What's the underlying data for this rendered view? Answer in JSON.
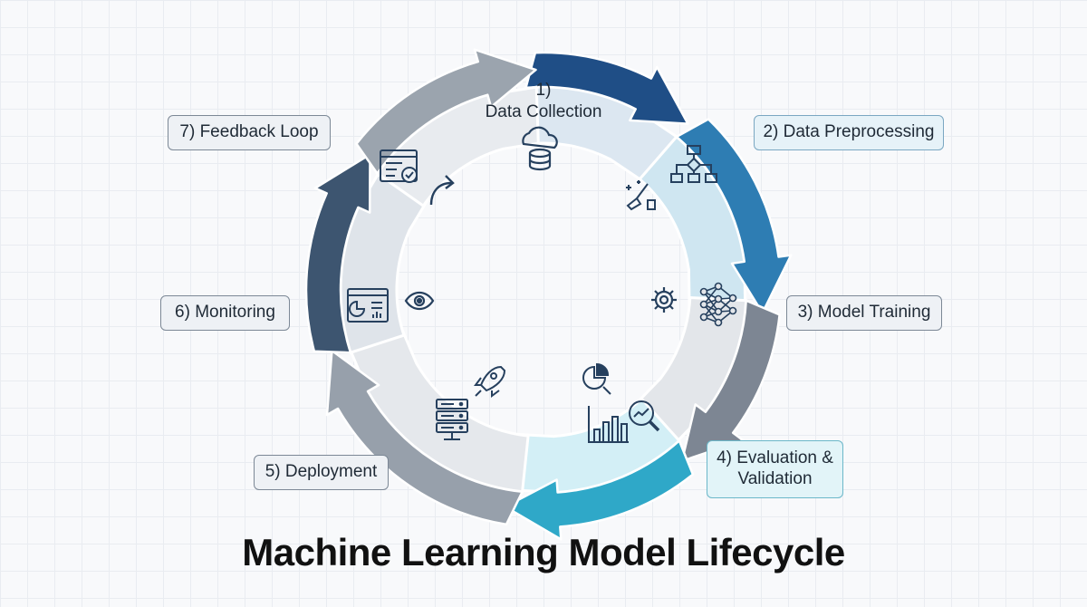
{
  "title": "Machine Learning Model Lifecycle",
  "stages": [
    {
      "label": "1) Data Collection",
      "icon": "cloud-database-icon",
      "color": "#1f4e86"
    },
    {
      "label": "2) Data Preprocessing",
      "icon": "flowchart-icon",
      "color": "#2e7db3"
    },
    {
      "label": "3) Model Training",
      "icon": "neural-network-icon",
      "color": "#7d8693"
    },
    {
      "label": "4) Evaluation & Validation",
      "icon": "analytics-chart-icon",
      "color": "#2fa8c8"
    },
    {
      "label": "5) Deployment",
      "icon": "server-icon",
      "color": "#97a0ab"
    },
    {
      "label": "6) Monitoring",
      "icon": "dashboard-icon",
      "color": "#3d5570"
    },
    {
      "label": "7) Feedback Loop",
      "icon": "checklist-window-icon",
      "color": "#9ba4ae"
    }
  ],
  "inner_icons": [
    "cleaning-broom-icon",
    "gear-icon",
    "pie-chart-icon",
    "rocket-icon",
    "eye-icon",
    "curved-arrow-icon"
  ],
  "labels": {
    "stage1_line1": "1)",
    "stage1_line2": "Data Collection",
    "stage2": "2) Data Preprocessing",
    "stage3": "3) Model Training",
    "stage4_line1": "4) Evaluation &",
    "stage4_line2": "Validation",
    "stage5": "5) Deployment",
    "stage6": "6) Monitoring",
    "stage7": "7) Feedback Loop"
  }
}
